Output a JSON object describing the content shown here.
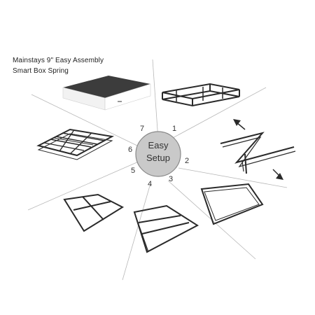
{
  "title": {
    "line1": "Mainstays 9\" Easy Assembly",
    "line2": "Smart Box Spring"
  },
  "center": {
    "line1": "Easy",
    "line2": "Setup"
  },
  "steps": [
    "1",
    "2",
    "3",
    "4",
    "5",
    "6",
    "7"
  ],
  "colors": {
    "line": "#b0b0b0",
    "circle_fill": "#c8c8c8",
    "circle_stroke": "#8a8a8a",
    "frame": "#2a2a2a",
    "mattress_top": "#3a3a3a"
  }
}
